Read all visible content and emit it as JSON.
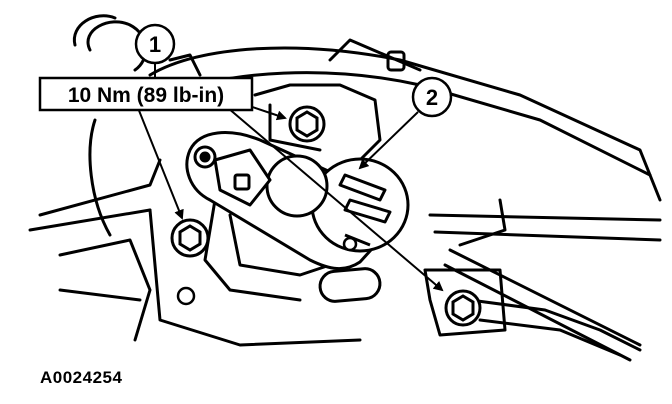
{
  "figure": {
    "callouts": [
      {
        "number": "1"
      },
      {
        "number": "2"
      }
    ],
    "torque_spec": "10 Nm (89 lb-in)",
    "reference_code": "A0024254"
  }
}
